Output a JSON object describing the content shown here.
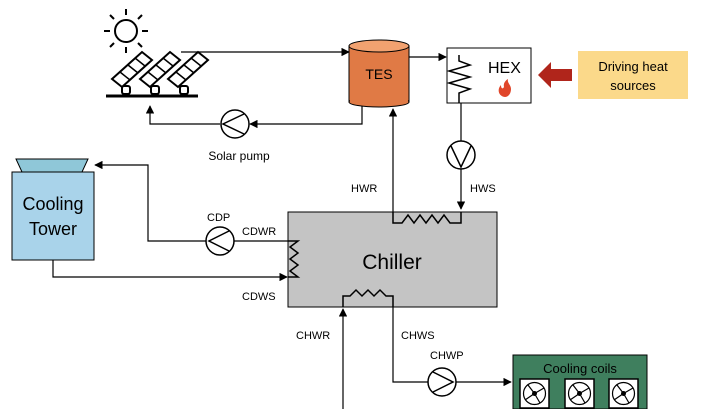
{
  "tes": {
    "label": "TES"
  },
  "hex": {
    "label": "HEX"
  },
  "driving": {
    "line1": "Driving heat",
    "line2": "sources"
  },
  "solar_pump": {
    "label": "Solar pump"
  },
  "cooling_tower": {
    "line1": "Cooling",
    "line2": "Tower"
  },
  "chiller": {
    "label": "Chiller"
  },
  "pipes": {
    "hwr": "HWR",
    "hws": "HWS",
    "cdp": "CDP",
    "cdwr": "CDWR",
    "cdws": "CDWS",
    "chwr": "CHWR",
    "chws": "CHWS",
    "chwp": "CHWP"
  },
  "cooling_coils": {
    "label": "Cooling coils"
  },
  "colors": {
    "tes_fill": "#e07a45",
    "hex_flame": "#e0462a",
    "driving_fill": "#fbd98a",
    "driving_arrow": "#b0251b",
    "tower_fill": "#a9d3ea",
    "tower_top_fill": "#8fc7d8",
    "chiller_fill": "#c4c4c4",
    "coils_fill": "#3f7f5e"
  },
  "icons": [
    "sun-icon",
    "solar-panel-icon",
    "pump-icon",
    "flame-icon",
    "fan-icon",
    "heat-exchanger-coil-icon"
  ]
}
